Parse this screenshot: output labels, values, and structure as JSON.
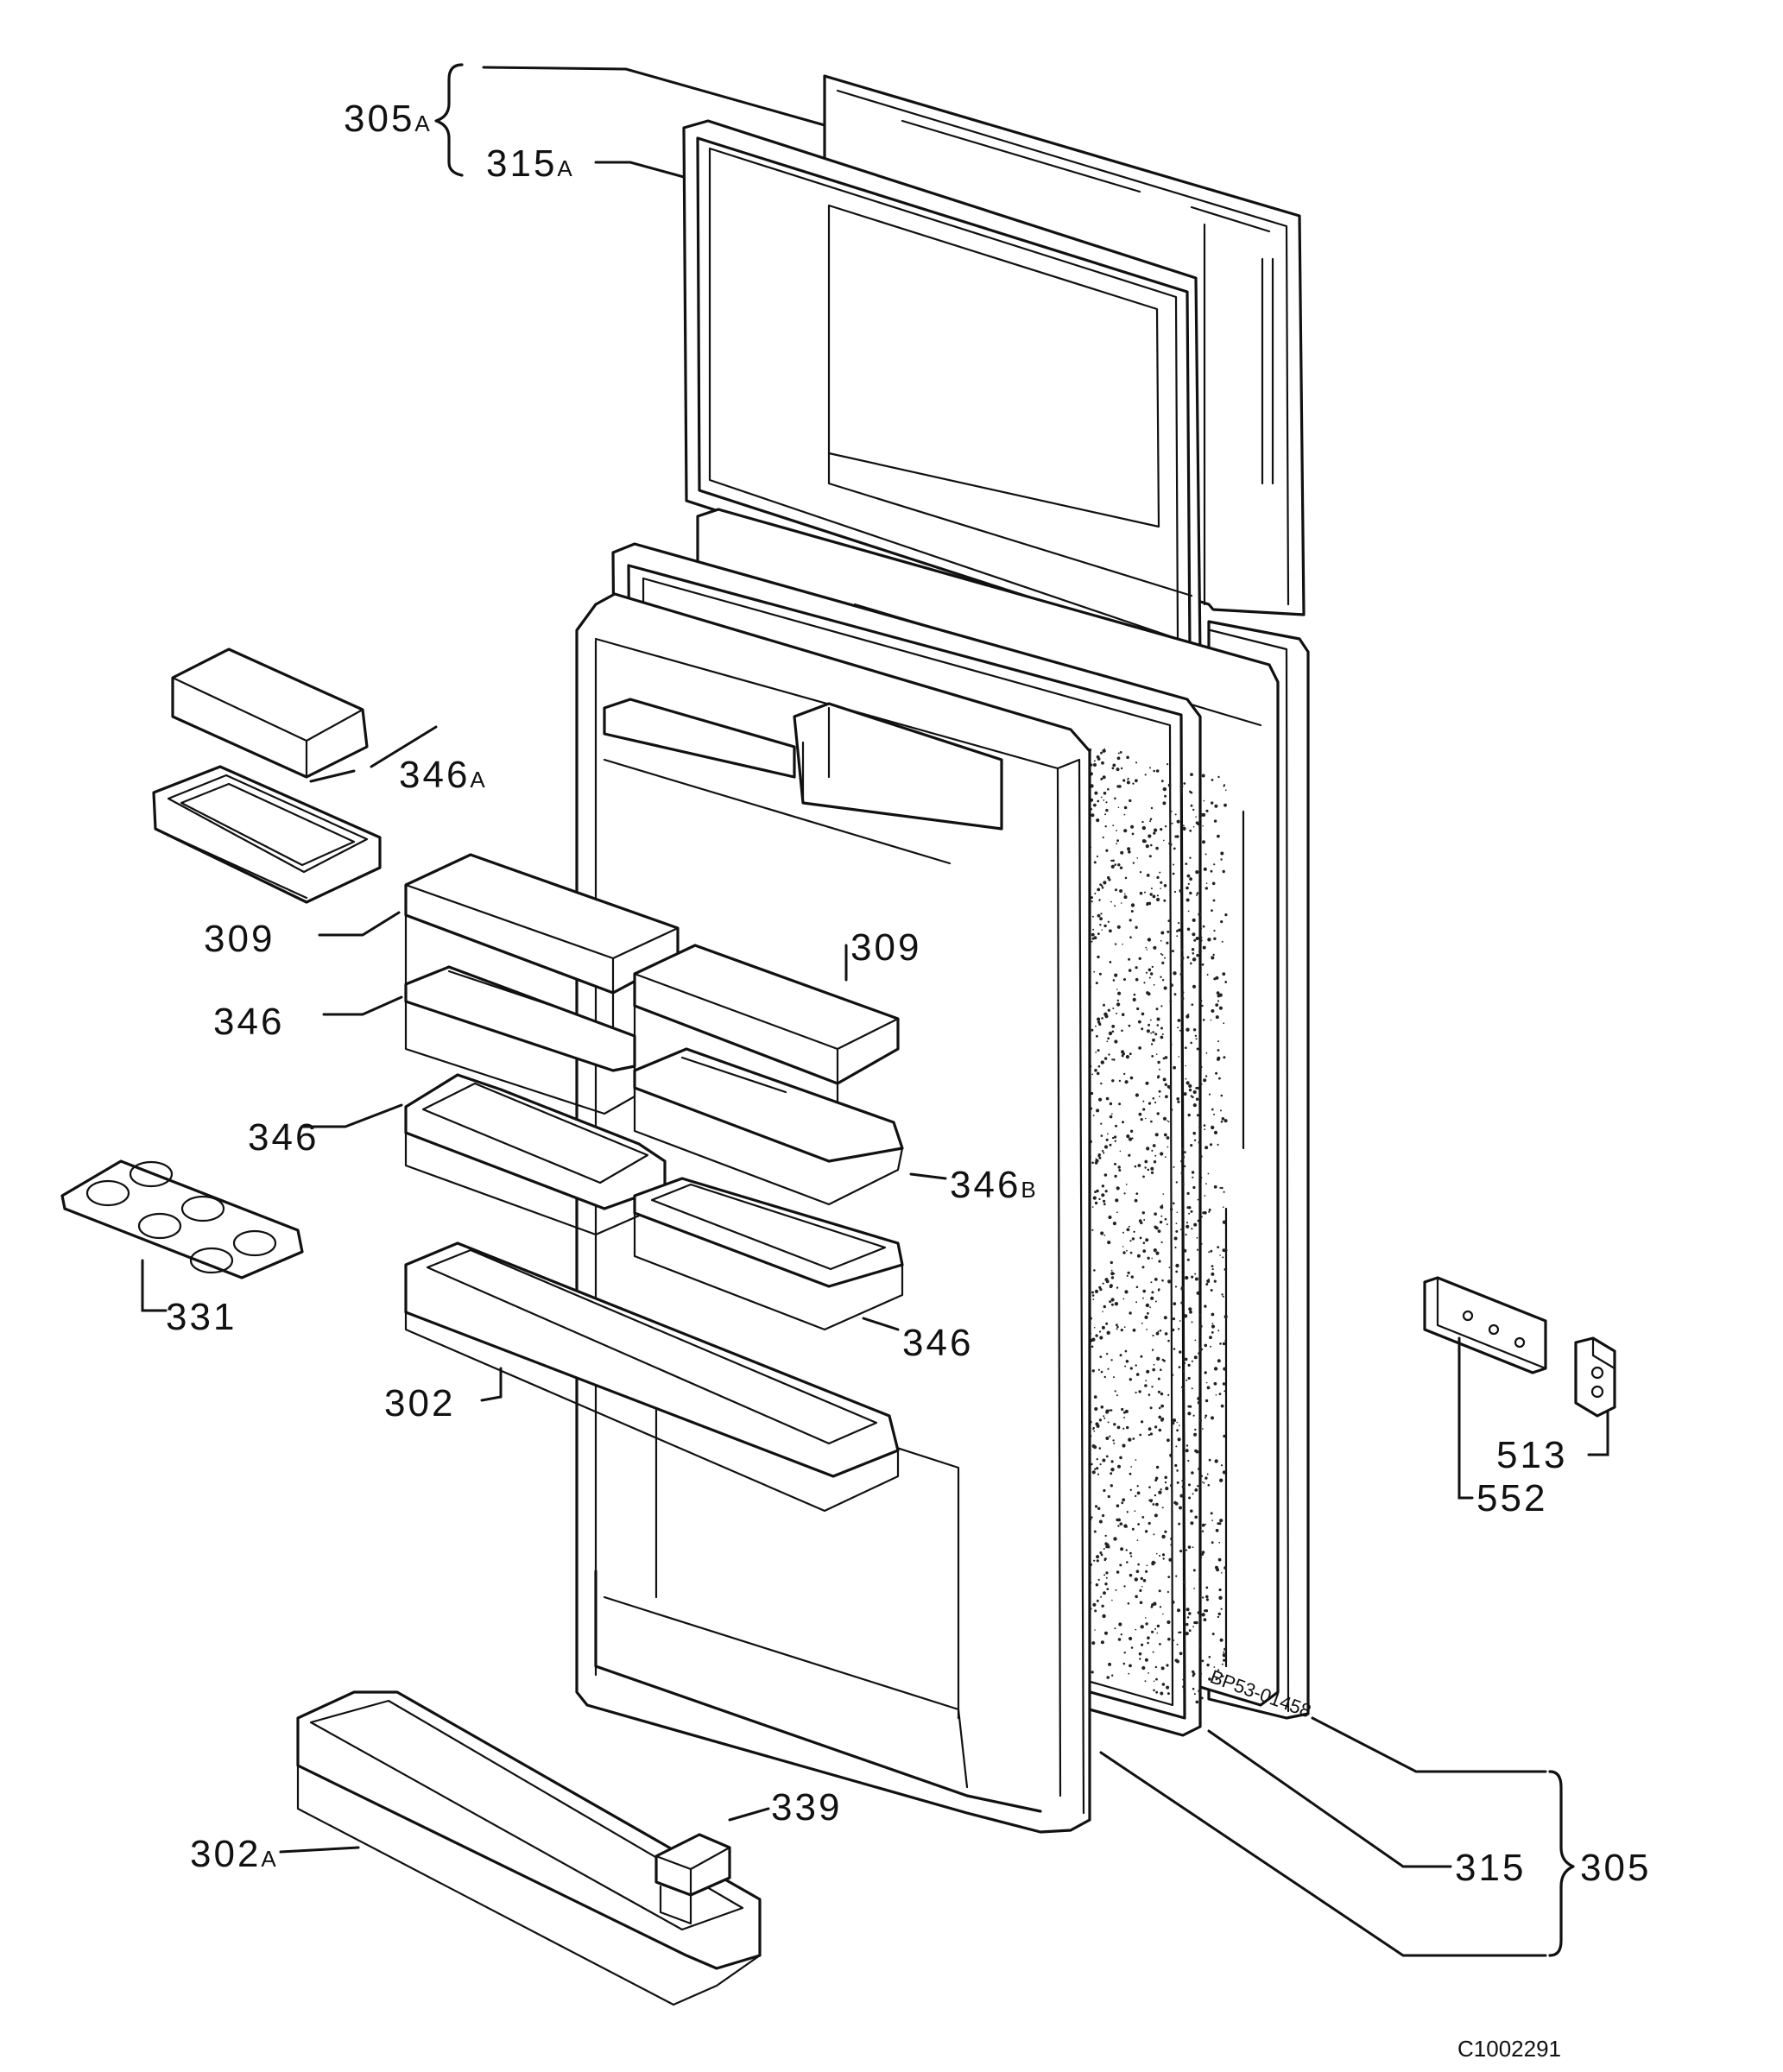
{
  "labels": {
    "l305A": {
      "num": "305",
      "suffix": "A"
    },
    "l315A": {
      "num": "315",
      "suffix": "A"
    },
    "l346A": {
      "num": "346",
      "suffix": "A"
    },
    "l309a": {
      "num": "309",
      "suffix": ""
    },
    "l309b": {
      "num": "309",
      "suffix": ""
    },
    "l346a": {
      "num": "346",
      "suffix": ""
    },
    "l346b": {
      "num": "346",
      "suffix": ""
    },
    "l346B": {
      "num": "346",
      "suffix": "B"
    },
    "l346c": {
      "num": "346",
      "suffix": ""
    },
    "l331": {
      "num": "331",
      "suffix": ""
    },
    "l302": {
      "num": "302",
      "suffix": ""
    },
    "l302A": {
      "num": "302",
      "suffix": "A"
    },
    "l339": {
      "num": "339",
      "suffix": ""
    },
    "l315": {
      "num": "315",
      "suffix": ""
    },
    "l305": {
      "num": "305",
      "suffix": ""
    },
    "l513": {
      "num": "513",
      "suffix": ""
    },
    "l552": {
      "num": "552",
      "suffix": ""
    }
  },
  "stamp": "BP53-01458",
  "drawing_code": "C1002291"
}
